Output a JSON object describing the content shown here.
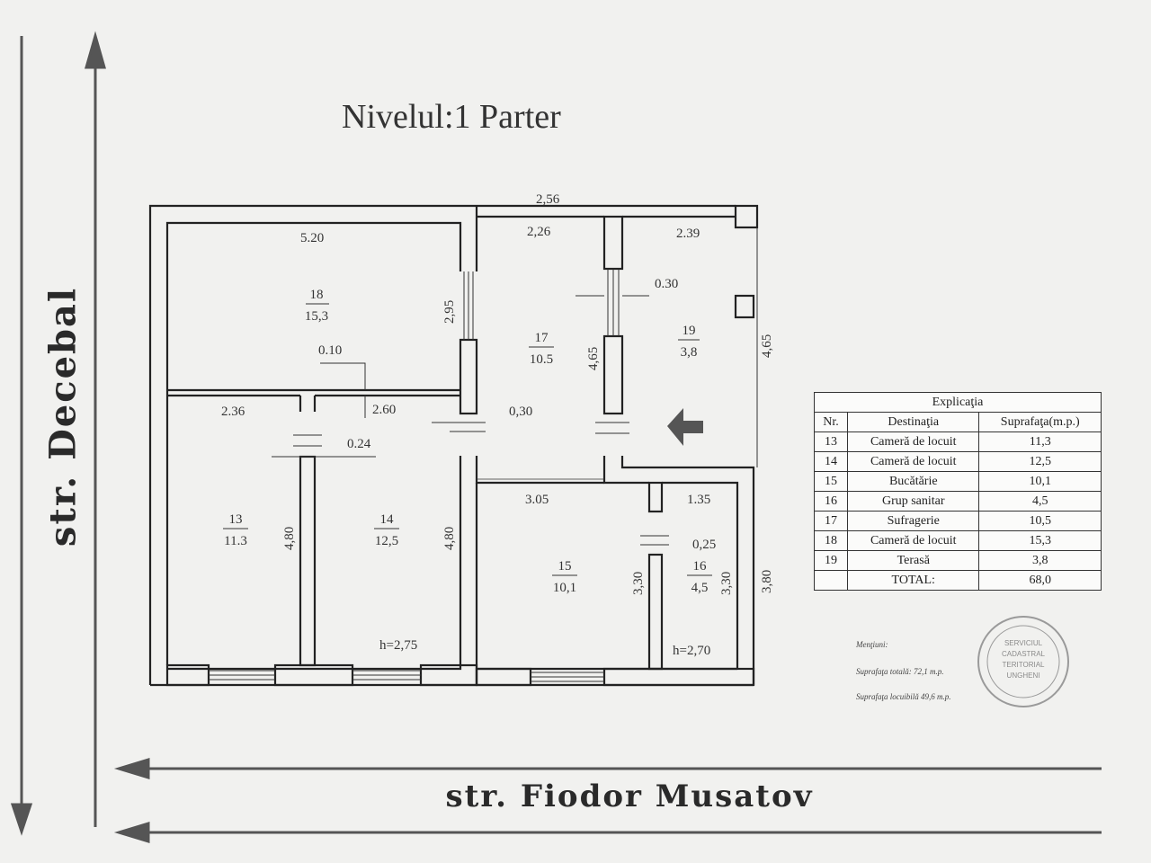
{
  "title": "Nivelul:1 Parter",
  "streets": {
    "left": "str. Decebal",
    "bottom": "str. Fiodor Musatov"
  },
  "dimensions": {
    "top_total": "2,56",
    "r18_width": "5.20",
    "r17_width": "2,26",
    "r19_width": "2.39",
    "d_030_a": "0.30",
    "d_295": "2,95",
    "d_465_a": "4,65",
    "d_465_b": "4,65",
    "d_010": "0.10",
    "d_260": "2.60",
    "d_236": "2.36",
    "d_030_b": "0,30",
    "d_024": "0.24",
    "d_305": "3.05",
    "d_135": "1.35",
    "d_025": "0,25",
    "d_480_a": "4,80",
    "d_480_b": "4,80",
    "d_330_a": "3,30",
    "d_330_b": "3,30",
    "d_380": "3,80",
    "h_275": "h=2,75",
    "h_270": "h=2,70"
  },
  "rooms": [
    {
      "nr": "18",
      "area": "15,3"
    },
    {
      "nr": "17",
      "area": "10.5"
    },
    {
      "nr": "19",
      "area": "3,8"
    },
    {
      "nr": "13",
      "area": "11.3"
    },
    {
      "nr": "14",
      "area": "12,5"
    },
    {
      "nr": "15",
      "area": "10,1"
    },
    {
      "nr": "16",
      "area": "4,5"
    }
  ],
  "legend": {
    "caption": "Explicaţia",
    "headers": [
      "Nr.",
      "Destinaţia",
      "Suprafaţa(m.p.)"
    ],
    "rows": [
      [
        "13",
        "Cameră de locuit",
        "11,3"
      ],
      [
        "14",
        "Cameră de locuit",
        "12,5"
      ],
      [
        "15",
        "Bucătărie",
        "10,1"
      ],
      [
        "16",
        "Grup sanitar",
        "4,5"
      ],
      [
        "17",
        "Sufragerie",
        "10,5"
      ],
      [
        "18",
        "Cameră de locuit",
        "15,3"
      ],
      [
        "19",
        "Terasă",
        "3,8"
      ]
    ],
    "total_label": "TOTAL:",
    "total_value": "68,0"
  },
  "notes": {
    "heading": "Menţiuni:",
    "total_area": "Suprafaţa totală: 72,1 m.p.",
    "living_area": "Suprafaţa locuibilă 49,6 m.p."
  },
  "stamp": {
    "line1": "SERVICIUL",
    "line2": "CADASTRAL",
    "line3": "TERITORIAL",
    "line4": "UNGHENI"
  },
  "colors": {
    "line": "#222222",
    "arrow": "#555555",
    "background": "#f1f1ef",
    "stamp": "#9a9a9a"
  }
}
